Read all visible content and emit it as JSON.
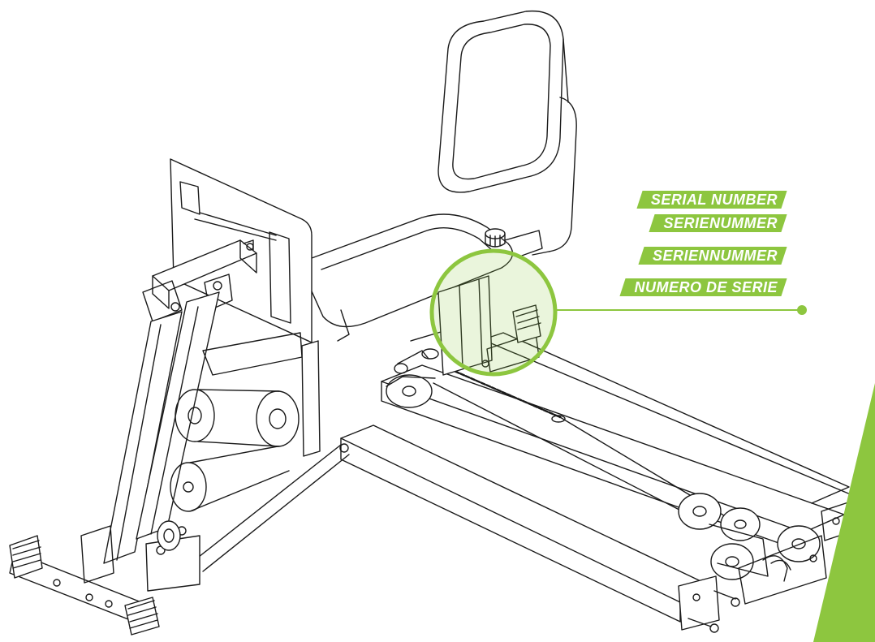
{
  "labels": {
    "serial_en": "SERIAL NUMBER",
    "serial_de": "SERIENUMMER",
    "serial_nl": "SERIENNUMMER",
    "serial_es": "NUMERO DE SERIE"
  },
  "colors": {
    "accent": "#8dc63f",
    "line": "#1a1a1a",
    "highlight_fill": "#e9f5d6"
  },
  "icons": {
    "callout_dot": "callout-dot-icon",
    "corner_wedge": "green-wedge-shape"
  }
}
